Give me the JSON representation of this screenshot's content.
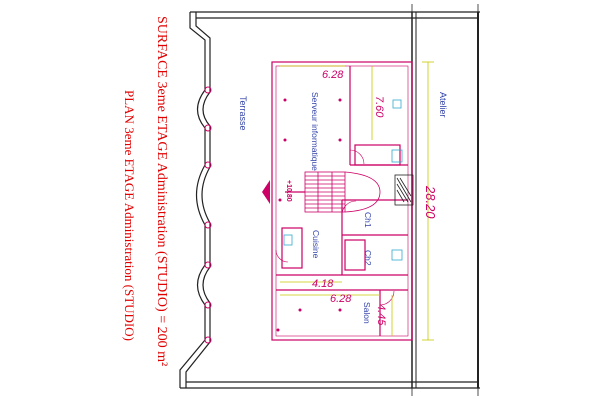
{
  "title": {
    "surface": "SURFACE 3eme ETAGE Administration (STUDIO) = 200 m²",
    "plan": "PLAN 3eme ETAGE Administration (STUDIO)"
  },
  "rooms": {
    "terrasse": "Terrasse",
    "atelier": "Atelier",
    "serveur": "Serveur informatique",
    "cuisine": "Cuisine",
    "ch1": "Ch1",
    "ch2": "Ch2",
    "salon": "Salon"
  },
  "dimensions": {
    "top_width": "6.28",
    "top_depth": "7.60",
    "total_length": "28.20",
    "mid_width": "4.18",
    "bottom_width": "6.28",
    "bottom_depth": "4.45",
    "level": "+10.80"
  },
  "colors": {
    "wall": "#222222",
    "interior": "#cc0066",
    "dimension_line": "#c8c800",
    "dimension_text": "#cc0066",
    "title_red": "#e00000",
    "label_blue": "#3344aa"
  }
}
